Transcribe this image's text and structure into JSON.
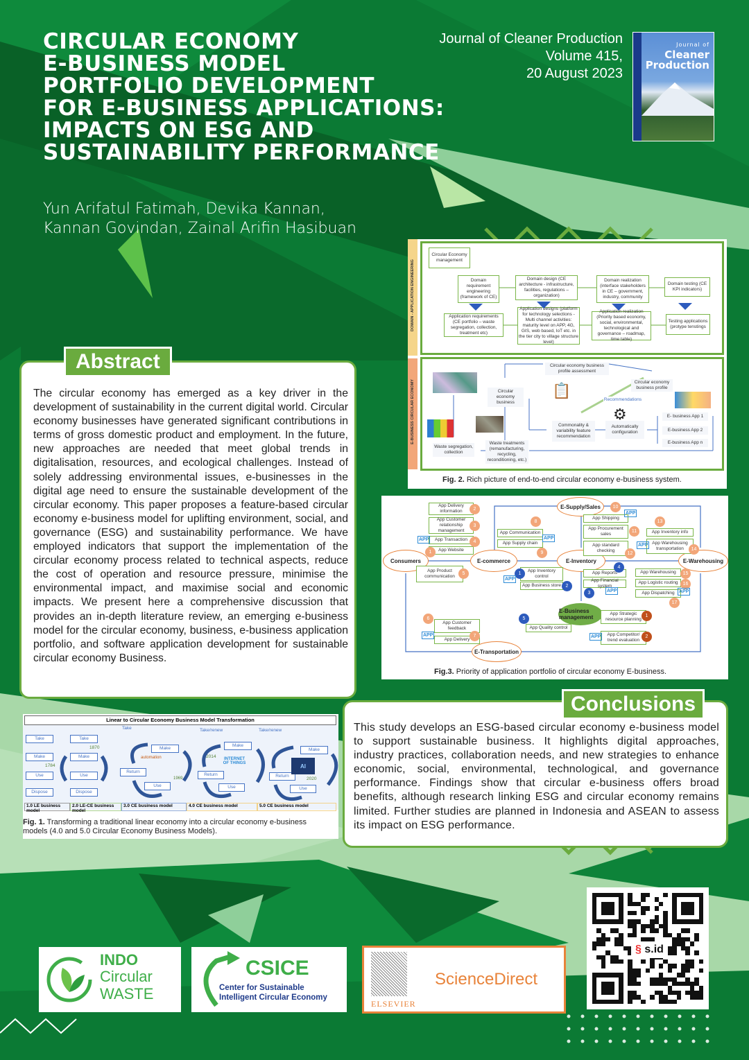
{
  "title_lines": [
    "CIRCULAR ECONOMY",
    "E-BUSINESS MODEL",
    "PORTFOLIO DEVELOPMENT",
    "FOR E-BUSINESS APPLICATIONS:",
    "IMPACTS ON ESG AND",
    "SUSTAINABILITY PERFORMANCE"
  ],
  "journal": {
    "name": "Journal of Cleaner Production",
    "volume": "Volume 415,",
    "date": "20 August 2023",
    "cover_small": "Journal of",
    "cover_title_1": "Cleaner",
    "cover_title_2": "Production"
  },
  "authors": [
    "Yun Arifatul Fatimah, Devika Kannan,",
    "Kannan Govindan, Zainal Arifin Hasibuan"
  ],
  "abstract": {
    "heading": "Abstract",
    "text": "The circular economy has emerged as a key driver in the development of sustainability in the current digital world. Circular economy businesses have generated significant contributions in terms of gross domestic product and employment. In the future, new approaches are needed that meet global trends in digitalisation, resources, and ecological challenges. Instead of solely addressing environmental issues, e-businesses in the digital age need to ensure the sustainable development of the circular economy. This paper proposes a feature-based circular economy e-business model for uplifting environment, social, and governance (ESG) and sustainability performance. We have employed indicators that support the implementation of the circular economy process related to technical aspects, reduce the cost of operation and resource pressure, minimise the environmental impact, and maximise social and economic impacts. We present here a comprehensive discussion that provides an in-depth literature review, an emerging e-business model for the circular economy, business, e-business application portfolio, and software application development for sustainable circular economy Business."
  },
  "conclusions": {
    "heading": "Conclusions",
    "text": "This study develops an ESG-based circular economy e-business model to support sustainable business. It highlights digital approaches, industry practices, collaboration needs, and new strategies to enhance economic, social, environmental, technological, and governance performance. Findings show that circular e-business offers broad benefits, although research linking ESG and circular economy remains limited. Further studies are planned in Indonesia and ASEAN to assess its impact on ESG performance."
  },
  "fig1": {
    "header": "Linear to Circular Economy Business Model Transformation",
    "models": [
      "1.0 LE business model",
      "2.0 LE-CE business model",
      "3.0 CE business model",
      "4.0 CE business model",
      "5.0 CE business model"
    ],
    "steps": {
      "take": "Take",
      "make": "Make",
      "use": "Use",
      "dispose": "Dispose",
      "return": "Return",
      "take_renew": "Take/renew"
    },
    "years": [
      "1784",
      "1870",
      "1969",
      "2014",
      "2020"
    ],
    "images": [
      "automation",
      "INTERNET OF THINGS",
      "AI"
    ],
    "caption_label": "Fig. 1.",
    "caption": " Transforming a traditional linear economy into a circular economy e-business models (4.0 and 5.0 Circular Economy Business Models)."
  },
  "fig2": {
    "side_top": "DOMAIN - APPLICATION ENGINEERING",
    "side_bottom": "E-BUSINESS CIRCULAR ECONOMY",
    "top_boxes": [
      "Circular Economy management",
      "Domain requirement engineering (framework of CE)",
      "Domain design (CE architecture - infrastructure, facilities, regulations – organization)",
      "Domain realization (interface stakeholders in CE – government, industry, community",
      "Domain testing (CE KPI indicators)"
    ],
    "app_boxes": [
      "Application requirements (CE portfolio – waste segregation, collection, treatment etc)",
      "Application designs (platform for technology selections - Multi channel activities: maturity level on APP, 4G, GIS, web based, IoT etc. in the tier city to village structure level)",
      "Application realization (Priority based economy, social, environmental, technological and governance – roadmap, time table)",
      "Testing applications (protype tenstings"
    ],
    "bottom_labels": [
      "Circular economy business profile assessment",
      "Circular economy business profile",
      "Circular economy business",
      "Recommendations",
      "Commonality & variability feature recommendation",
      "Automatically configuration",
      "E- business App 1",
      "E-business App 2",
      "E-business App n",
      "Waste segregation, collection",
      "Waste treatments (remanufacturing, recycling, reconditioning, etc.)"
    ],
    "caption_label": "Fig. 2.",
    "caption": " Rich picture of end-to-end circular economy e-business system."
  },
  "fig3": {
    "nodes": [
      "Consumers",
      "E-commerce",
      "E-Supply/Sales",
      "E-Inventory",
      "E-Warehousing",
      "E-Transportation",
      "E-Business management"
    ],
    "apps": [
      {
        "label": "App Delivery information",
        "n": "2",
        "c": "o"
      },
      {
        "label": "App Customer relationship management",
        "n": "3",
        "c": "o"
      },
      {
        "label": "App Transaction",
        "n": "4",
        "c": "o"
      },
      {
        "label": "App Website",
        "n": "1",
        "c": "o"
      },
      {
        "label": "App Product communication",
        "n": "5",
        "c": "o"
      },
      {
        "label": "App Communication",
        "n": "8",
        "c": "o"
      },
      {
        "label": "App Supply chain",
        "n": "9",
        "c": "o"
      },
      {
        "label": "App Shipping",
        "n": "10",
        "c": "o"
      },
      {
        "label": "App Procurement sales",
        "n": "11",
        "c": "o"
      },
      {
        "label": "App standard checking",
        "n": "12",
        "c": "o"
      },
      {
        "label": "App Inventory info",
        "n": "13",
        "c": "o"
      },
      {
        "label": "App Warehousing transportation",
        "n": "14",
        "c": "o"
      },
      {
        "label": "App Inventory control",
        "n": "1",
        "c": "b"
      },
      {
        "label": "App Business store",
        "n": "2",
        "c": "b"
      },
      {
        "label": "App Reports",
        "n": "4",
        "c": "b"
      },
      {
        "label": "App Financial system",
        "n": "3",
        "c": "b"
      },
      {
        "label": "App Warehousing",
        "n": "15",
        "c": "o"
      },
      {
        "label": "App Logistic routing",
        "n": "16",
        "c": "o"
      },
      {
        "label": "App Dispatching",
        "n": "17",
        "c": "o"
      },
      {
        "label": "App Customer feedback",
        "n": "6",
        "c": "o"
      },
      {
        "label": "App Delivery",
        "n": "7",
        "c": "o"
      },
      {
        "label": "App Quality control",
        "n": "5",
        "c": "b"
      },
      {
        "label": "App Strategic resource planning",
        "n": "1",
        "c": "r"
      },
      {
        "label": "App Competitor/ trend evaluation",
        "n": "2",
        "c": "r"
      }
    ],
    "app_badge": "APP",
    "caption_label": "Fig.3.",
    "caption": " Priority of application portfolio of circular economy E-business."
  },
  "logos": {
    "indo_1": "INDO",
    "indo_2": "Circular",
    "indo_3": "WASTE",
    "csice": "CSICE",
    "csice_sub_1": "Center for Sustainable",
    "csice_sub_2": "Intelligent Circular Economy",
    "sd": "ScienceDirect",
    "elsevier": "ELSEVIER"
  },
  "qr": {
    "label": "s.id"
  },
  "colors": {
    "primary_green": "#0b7a34",
    "accent_green": "#6aab3e",
    "light_green": "#8fcf9a",
    "orange": "#e8833a",
    "blue": "#2d5bbd"
  }
}
